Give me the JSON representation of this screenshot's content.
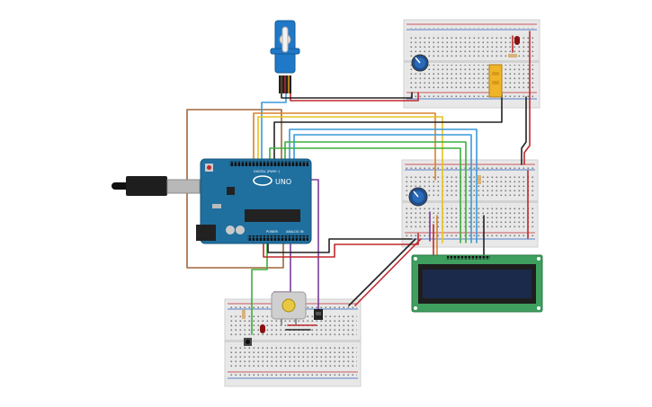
{
  "canvas": {
    "background": "#ffffff"
  },
  "arduino": {
    "brand_label": "UNO",
    "header_digital": "DIGITAL (PWM~)",
    "header_power": "POWER",
    "header_analog": "ANALOG IN",
    "board_color": "#1f6f9f"
  },
  "lcd": {
    "pcb_color": "#3f9f5f",
    "screen_color": "#1b2a4a"
  },
  "colors": {
    "wire_red": "#c0282d",
    "wire_black": "#222222",
    "wire_orange": "#d9822b",
    "wire_yellow": "#e6c21f",
    "wire_green": "#3cae3c",
    "wire_blue": "#3a9ad9",
    "wire_purple": "#7a3d9a",
    "wire_brown": "#a0673a",
    "breadboard": "#e8e8e8"
  }
}
